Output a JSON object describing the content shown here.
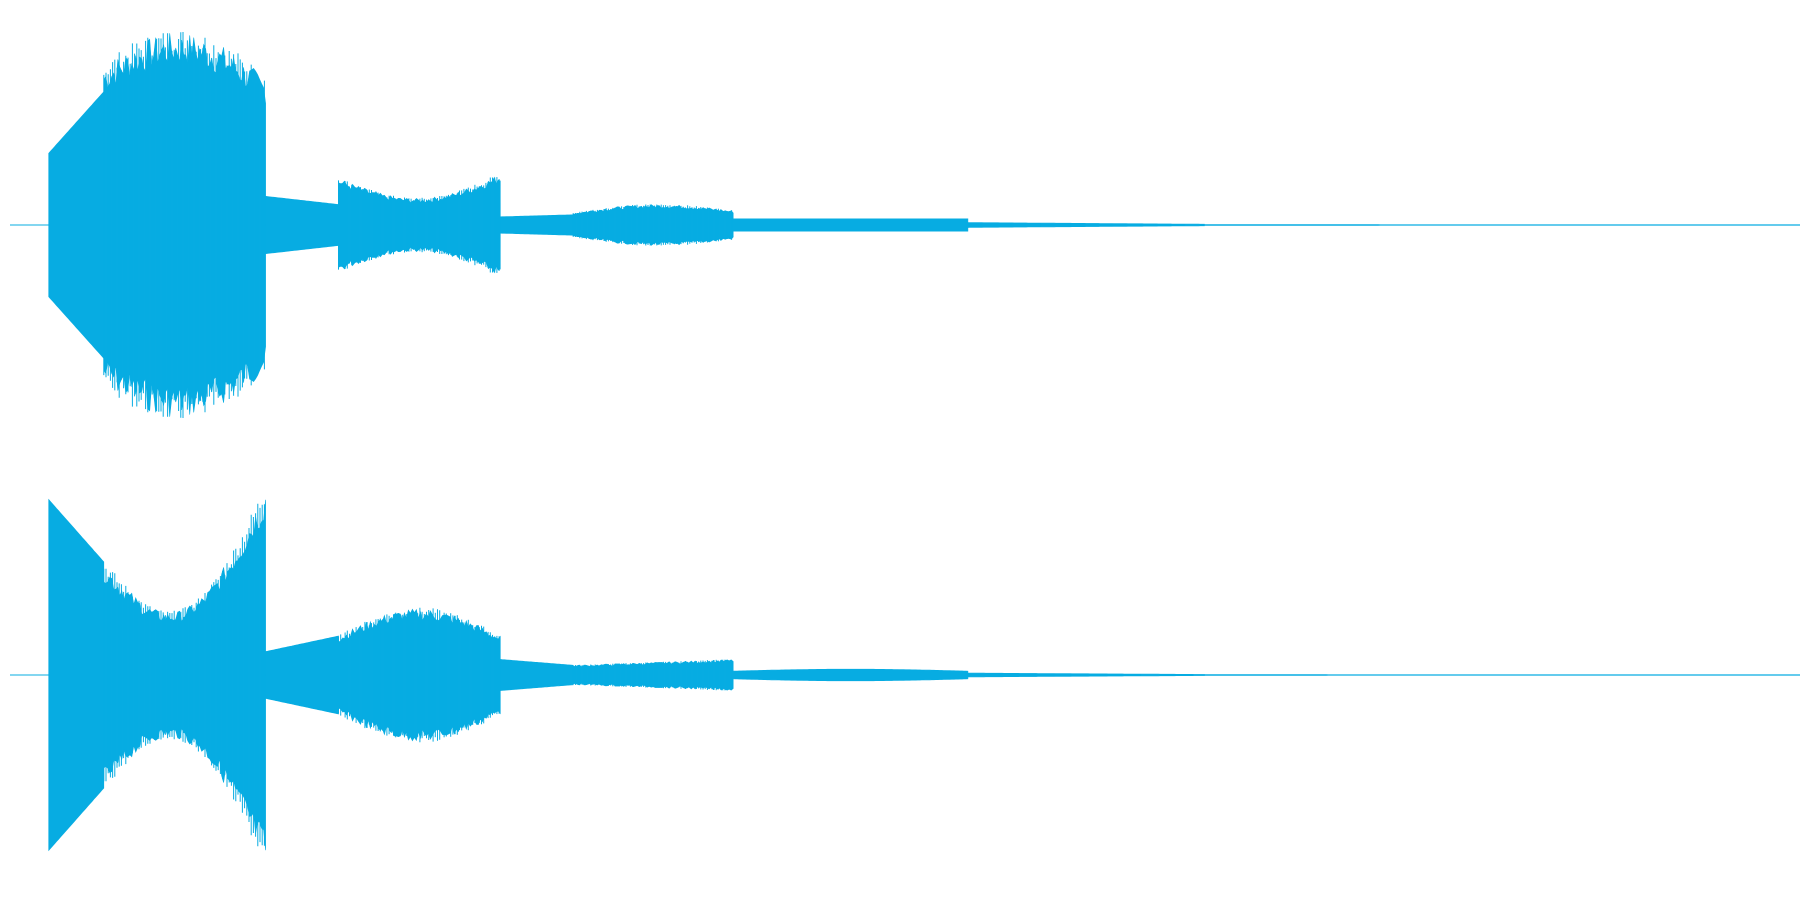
{
  "waveform": {
    "color": "#07ace2",
    "background": "#ffffff",
    "channels": [
      {
        "name": "channel-1",
        "segments": [
          {
            "start": 0.015,
            "end": 0.046,
            "amp_start": 0.35,
            "amp_end": 0.65,
            "jagged": false
          },
          {
            "start": 0.046,
            "end": 0.137,
            "amp_start": 0.78,
            "amp_end": 0.72,
            "peak": 0.94,
            "jagged": true
          },
          {
            "start": 0.137,
            "end": 0.178,
            "amp_start": 0.14,
            "amp_end": 0.1,
            "jagged": false
          },
          {
            "start": 0.178,
            "end": 0.269,
            "amp_start": 0.23,
            "amp_end": 0.25,
            "dip": 0.13,
            "jagged": true
          },
          {
            "start": 0.269,
            "end": 0.31,
            "amp_start": 0.04,
            "amp_end": 0.05,
            "jagged": false
          },
          {
            "start": 0.31,
            "end": 0.4,
            "amp_start": 0.06,
            "amp_end": 0.07,
            "peak": 0.1,
            "jagged": true
          },
          {
            "start": 0.4,
            "end": 0.532,
            "amp_start": 0.03,
            "amp_end": 0.03,
            "jagged": false
          },
          {
            "start": 0.532,
            "end": 0.665,
            "amp_start": 0.012,
            "amp_end": 0.004,
            "jagged": false
          },
          {
            "start": 0.665,
            "end": 1.0,
            "amp_start": 0.002,
            "amp_end": 0.001,
            "jagged": false
          }
        ]
      },
      {
        "name": "channel-2",
        "segments": [
          {
            "start": 0.015,
            "end": 0.046,
            "amp_start": 0.9,
            "amp_end": 0.58,
            "jagged": false
          },
          {
            "start": 0.046,
            "end": 0.137,
            "amp_start": 0.58,
            "amp_end": 0.97,
            "dip": 0.34,
            "jagged": true
          },
          {
            "start": 0.137,
            "end": 0.178,
            "amp_start": 0.12,
            "amp_end": 0.2,
            "jagged": false
          },
          {
            "start": 0.178,
            "end": 0.269,
            "amp_start": 0.2,
            "amp_end": 0.2,
            "peak": 0.34,
            "jagged": true
          },
          {
            "start": 0.269,
            "end": 0.31,
            "amp_start": 0.08,
            "amp_end": 0.05,
            "jagged": false
          },
          {
            "start": 0.31,
            "end": 0.4,
            "amp_start": 0.05,
            "amp_end": 0.08,
            "jagged": true
          },
          {
            "start": 0.4,
            "end": 0.532,
            "amp_start": 0.02,
            "amp_end": 0.02,
            "peak": 0.03,
            "jagged": false
          },
          {
            "start": 0.532,
            "end": 0.665,
            "amp_start": 0.01,
            "amp_end": 0.003,
            "jagged": false
          },
          {
            "start": 0.665,
            "end": 1.0,
            "amp_start": 0.002,
            "amp_end": 0.001,
            "jagged": false
          }
        ]
      }
    ]
  }
}
